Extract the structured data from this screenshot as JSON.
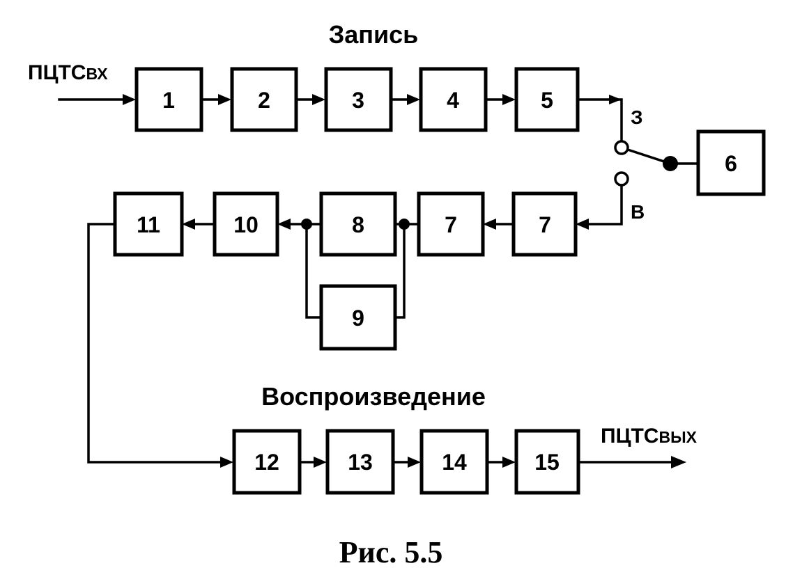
{
  "titles": {
    "record": "Запись",
    "playback": "Воспроизведение"
  },
  "signals": {
    "input_main": "ПЦТС",
    "input_sub": "ВХ",
    "output_main": "ПЦТС",
    "output_sub": "ВЫХ"
  },
  "switch": {
    "record_position": "З",
    "playback_position": "В"
  },
  "blocks": {
    "b1": "1",
    "b2": "2",
    "b3": "3",
    "b4": "4",
    "b5": "5",
    "b6": "6",
    "b7a": "7",
    "b7b": "7",
    "b8": "8",
    "b9": "9",
    "b10": "10",
    "b11": "11",
    "b12": "12",
    "b13": "13",
    "b14": "14",
    "b15": "15"
  },
  "caption": "Рис. 5.5"
}
